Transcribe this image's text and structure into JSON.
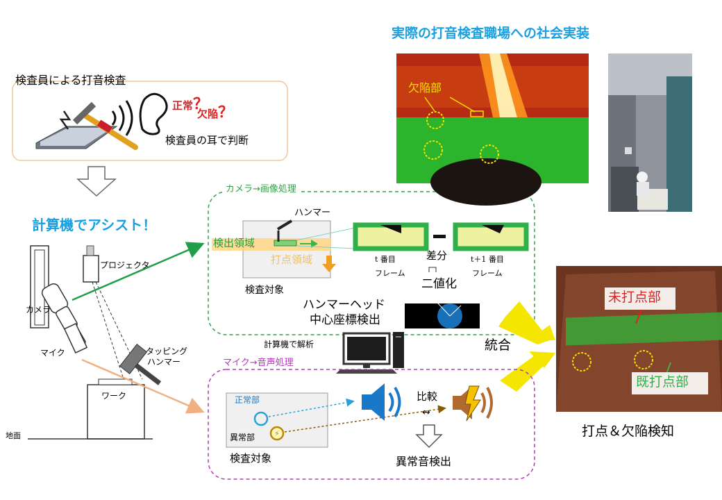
{
  "title": "実際の打音検査職場への社会実装",
  "manual_box": {
    "title": "検査員による打音検査",
    "normal": "正常",
    "defect": "欠陥",
    "question": "？",
    "judge": "検査員の耳で判断"
  },
  "assist_title": "計算機でアシスト！",
  "setup": {
    "projector": "プロジェクタ",
    "camera": "カメラ",
    "mic": "マイク",
    "hammer_line1": "タッピング",
    "hammer_line2": "ハンマー",
    "work": "ワーク",
    "ground": "地面"
  },
  "camera_box": {
    "title": "カメラ→画像処理",
    "hammer": "ハンマー",
    "detect_region": "検出領域",
    "strike_region": "打点領域",
    "target": "検査対象",
    "frame_t_1": "t 番目",
    "frame_t_2": "フレーム",
    "diff": "差分",
    "frame_t1_1": "t＋1 番目",
    "frame_t1_2": "フレーム",
    "binarize": "二値化",
    "head_1": "ハンマーヘッド",
    "head_2": "中心座標検出"
  },
  "computer_label": "計算機で解析",
  "integrate": "統合",
  "mic_box": {
    "title": "マイク→音声処理",
    "normal_part": "正常部",
    "abnormal_part": "異常部",
    "target": "検査対象",
    "compare": "比較",
    "arrows": "↔",
    "abnormal_detect": "異常音検出"
  },
  "photo_top": {
    "defect_label": "欠陥部"
  },
  "result_photo": {
    "unstruck": "未打点部",
    "struck": "既打点部"
  },
  "result_caption": "打点＆欠陥検知",
  "colors": {
    "title_blue": "#1aa0e0",
    "camera_box": "#33a04a",
    "mic_box": "#b23ab7",
    "yellow_arrow": "#f5e600",
    "red": "#e02020",
    "green": "#2fb04a"
  }
}
